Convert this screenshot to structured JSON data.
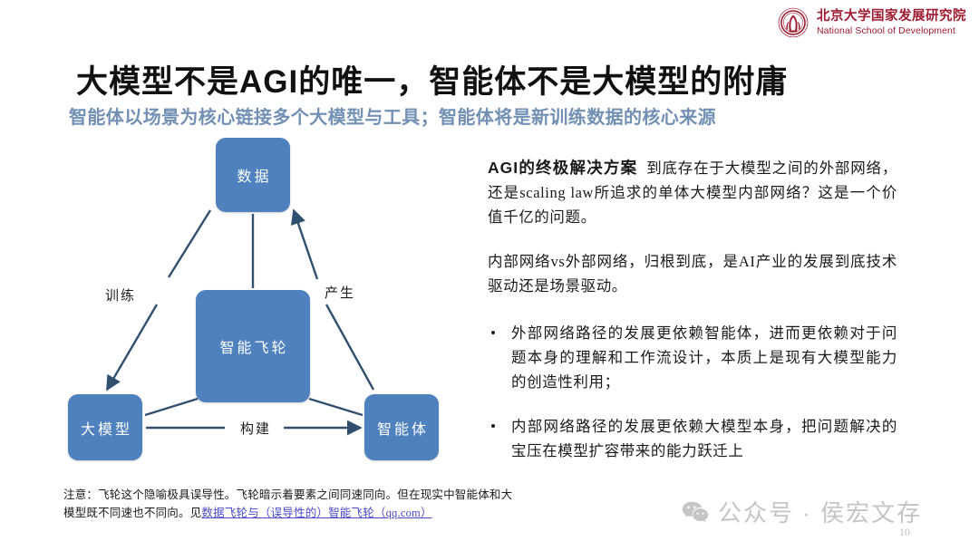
{
  "header": {
    "org_cn": "北京大学国家发展研究院",
    "org_en": "National School of Development",
    "logo_icon": "peking-university-seal-icon",
    "brand_color": "#9e1b32"
  },
  "title": "大模型不是AGI的唯一，智能体不是大模型的附庸",
  "subtitle": "智能体以场景为核心链接多个大模型与工具；智能体将是新训练数据的核心来源",
  "subtitle_color": "#7290b4",
  "diagram": {
    "node_color": "#4e81bd",
    "nodes": {
      "data": "数据",
      "flywheel": "智能飞轮",
      "llm": "大模型",
      "agent": "智能体"
    },
    "edge_labels": {
      "train": "训练",
      "produce": "产生",
      "build": "构建"
    }
  },
  "body": {
    "lead_strong": "AGI的终极解决方案",
    "lead_rest": "到底存在于大模型之间的外部网络，还是scaling law所追求的单体大模型内部网络？这是一个价值千亿的问题。",
    "second": "内部网络vs外部网络，归根到底，是AI产业的发展到底技术驱动还是场景驱动。",
    "bullets": [
      "外部网络路径的发展更依赖智能体，进而更依赖对于问题本身的理解和工作流设计，本质上是现有大模型能力的创造性利用；",
      "内部网络路径的发展更依赖大模型本身，把问题解决的宝压在模型扩容带来的能力跃迁上"
    ]
  },
  "footnote": {
    "text": "注意：飞轮这个隐喻极具误导性。飞轮暗示着要素之间同速同向。但在现实中智能体和大模型既不同速也不同向。见",
    "link_text": "数据飞轮与（误导性的）智能飞轮（qq.com）",
    "link_color": "#4a4ac8"
  },
  "watermark": {
    "icon": "wechat-icon",
    "text": "公众号 · 侯宏文存"
  },
  "page_number": "10"
}
